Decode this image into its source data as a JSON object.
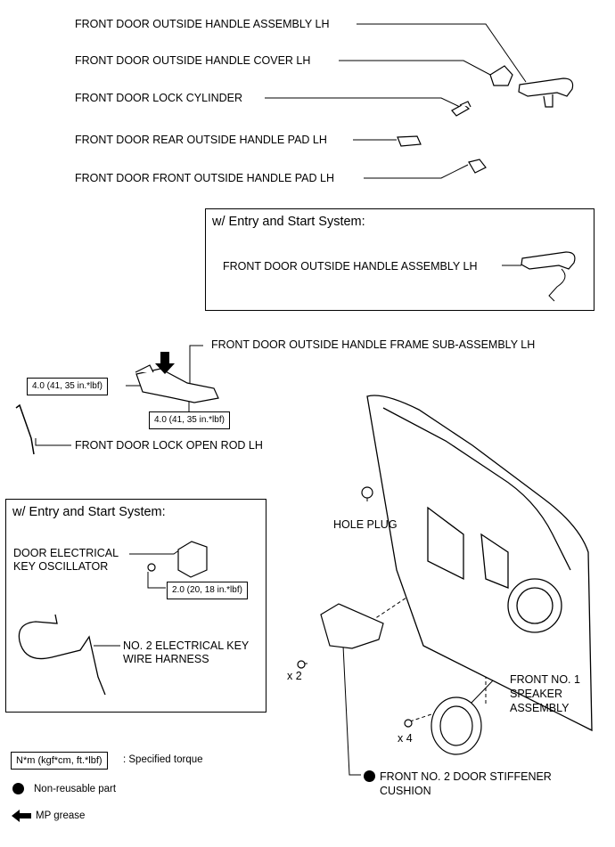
{
  "labels": {
    "outside_handle_assembly": "FRONT DOOR OUTSIDE HANDLE ASSEMBLY LH",
    "outside_handle_cover": "FRONT DOOR OUTSIDE HANDLE COVER LH",
    "lock_cylinder": "FRONT DOOR LOCK CYLINDER",
    "rear_handle_pad": "FRONT DOOR REAR OUTSIDE HANDLE PAD LH",
    "front_handle_pad": "FRONT DOOR FRONT OUTSIDE HANDLE PAD LH",
    "handle_frame": "FRONT DOOR OUTSIDE HANDLE FRAME SUB-ASSEMBLY LH",
    "lock_open_rod": "FRONT DOOR LOCK OPEN ROD LH",
    "hole_plug": "HOLE PLUG",
    "key_oscillator_line1": "DOOR ELECTRICAL",
    "key_oscillator_line2": "KEY OSCILLATOR",
    "wire_harness_line1": "NO. 2 ELECTRICAL KEY",
    "wire_harness_line2": "WIRE HARNESS",
    "speaker_line1": "FRONT NO. 1",
    "speaker_line2": "SPEAKER",
    "speaker_line3": "ASSEMBLY",
    "stiffener_line1": "FRONT NO. 2 DOOR STIFFENER",
    "stiffener_line2": "CUSHION",
    "qty_x2": "x 2",
    "qty_x4": "x 4"
  },
  "entry_box_top": {
    "header": "w/ Entry and Start System:",
    "part": "FRONT DOOR OUTSIDE HANDLE ASSEMBLY LH"
  },
  "entry_box_left": {
    "header": "w/ Entry and Start System:"
  },
  "torques": {
    "frame_left": "4.0 (41, 35 in.*lbf)",
    "frame_bottom": "4.0 (41, 35 in.*lbf)",
    "oscillator": "2.0 (20, 18 in.*lbf)"
  },
  "legend": {
    "torque_unit": "N*m (kgf*cm, ft.*lbf)",
    "torque_text": ": Specified torque",
    "non_reusable": "Non-reusable part",
    "mp_grease": "MP grease"
  }
}
